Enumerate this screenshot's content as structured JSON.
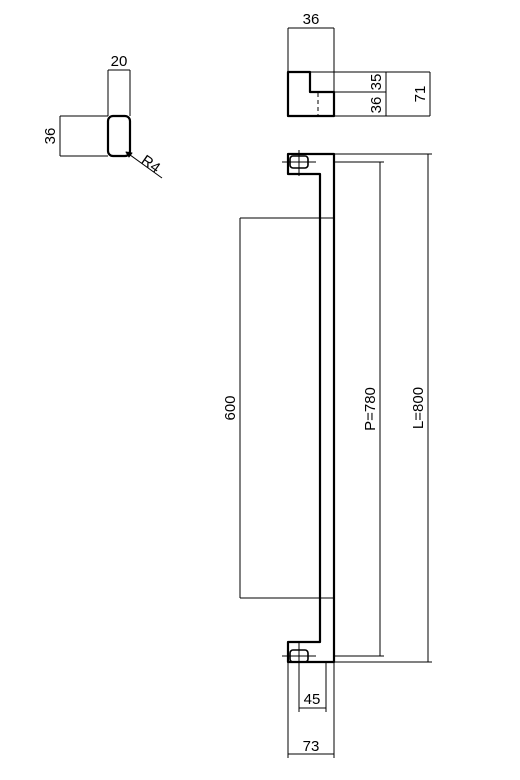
{
  "dimensions": {
    "profile_width": "20",
    "profile_height": "36",
    "corner_radius": "R4",
    "side_depth": "36",
    "side_top_height": "35",
    "side_bottom_height": "36",
    "side_total_height": "71",
    "grip_length": "600",
    "pitch": "P=780",
    "overall_length": "L=800",
    "mount_offset": "45",
    "overall_projection": "73"
  }
}
